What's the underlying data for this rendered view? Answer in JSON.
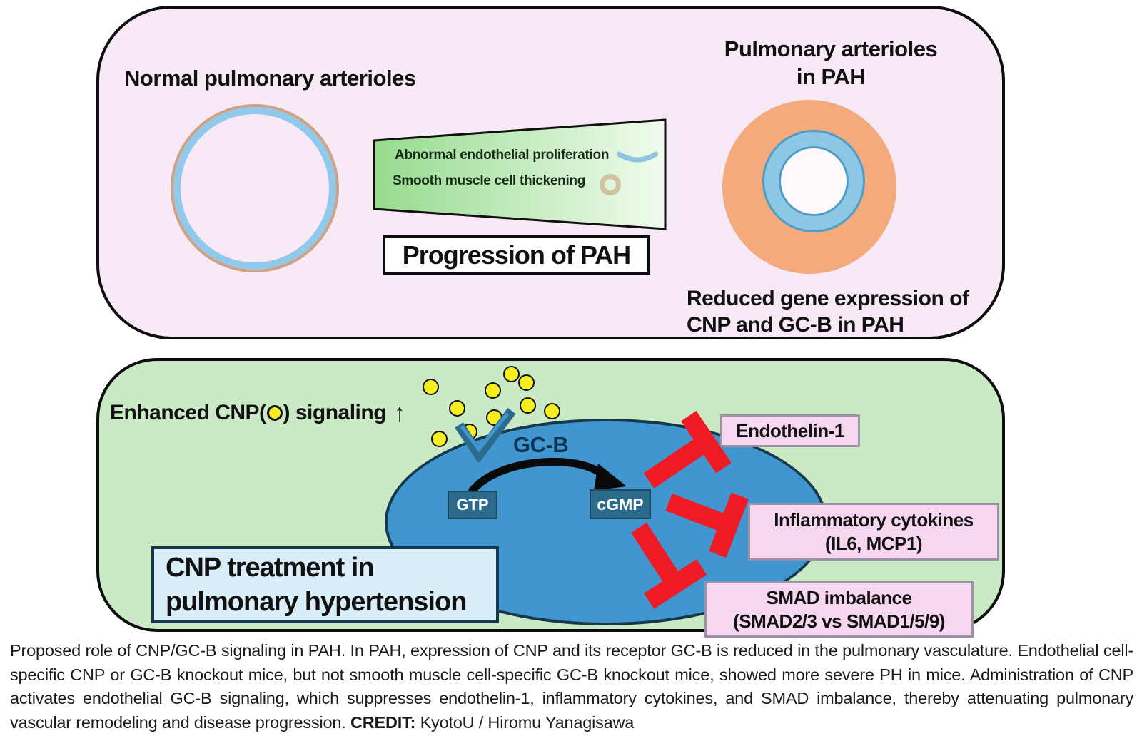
{
  "top_panel": {
    "title_left": "Normal pulmonary arterioles",
    "title_right_line1": "Pulmonary arterioles",
    "title_right_line2": "in PAH",
    "trapezoid": {
      "row1": "Abnormal endothelial proliferation",
      "row2": "Smooth muscle cell thickening"
    },
    "progression_label": "Progression of PAH",
    "reduced_line1": "Reduced gene expression of",
    "reduced_line2": "CNP and GC-B in PAH"
  },
  "bottom_panel": {
    "enhanced_prefix": "Enhanced CNP(",
    "enhanced_suffix": ") signaling",
    "up_arrow": "↑",
    "receptor_label": "GC-B",
    "gtp_label": "GTP",
    "cgmp_label": "cGMP",
    "targets": [
      {
        "lines": [
          "Endothelin-1"
        ]
      },
      {
        "lines": [
          "Inflammatory cytokines",
          "(IL6, MCP1)"
        ]
      },
      {
        "lines": [
          "SMAD imbalance",
          "(SMAD2/3 vs SMAD1/5/9)"
        ]
      }
    ],
    "treatment_line1": "CNP treatment in",
    "treatment_line2": "pulmonary hypertension"
  },
  "caption": {
    "body": "Proposed role of CNP/GC-B signaling in PAH. In PAH, expression of CNP and its receptor GC-B is reduced in the pulmonary vasculature. Endothelial cell-specific CNP or GC-B knockout mice, but not smooth muscle cell-specific GC-B knockout mice, showed more severe PH in mice. Administration of CNP activates endothelial GC-B signaling, which suppresses endothelin-1, inflammatory cytokines, and SMAD imbalance, thereby attenuating pulmonary vascular remodeling and disease progression. ",
    "credit_label": "CREDIT:",
    "credit_value": " KyotoU / Hiromu Yanagisawa"
  },
  "icons": {
    "cnp_molecule": "yellow-circle",
    "up_arrow": "black-up-arrow",
    "receptor": "checkmark-receptor",
    "inhibition": "red-t-bar",
    "endothelial_proliferation": "blue-crescent",
    "smooth_muscle": "tan-ring"
  },
  "colors": {
    "panel-pink": "#f8e9f6",
    "panel-green": "#c9eac5",
    "cell-blue": "#4296d0",
    "cell-border": "#16384c",
    "inhibit-red": "#ee1b24",
    "label-pink": "#f6d7ef",
    "label-border": "#9b93a5",
    "treatment-blue": "#d9eef9",
    "teal-box": "#2b6a8b",
    "navy-text": "#0c3553",
    "donut-orange": "#f3ab7e",
    "ring-blue": "#8cc8e6",
    "ring-line": "#4f9dc4",
    "vessel-blue": "#90c9ea",
    "vessel-tan": "#cfa185",
    "cnp-yellow": "#f8ed1f",
    "trap-left": "#96db8e",
    "trap-right": "#f1fbee"
  }
}
